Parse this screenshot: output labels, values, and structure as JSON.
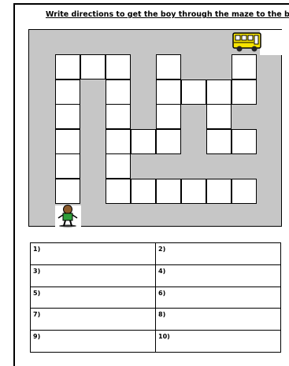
{
  "worksheet": {
    "title": "Write directions to get the boy through the maze to the bus."
  },
  "maze": {
    "icons": [
      "school-bus-icon",
      "boy-icon"
    ]
  },
  "answer_table": {
    "rows": [
      [
        "1)",
        "2)"
      ],
      [
        "3)",
        "4)"
      ],
      [
        "5)",
        "6)"
      ],
      [
        "7)",
        "8)"
      ],
      [
        "9)",
        "10)"
      ]
    ]
  },
  "colors": {
    "maze_wall": "#c6c6c6",
    "bus": "#f7e400",
    "boy_shirt": "#2f9e3a"
  }
}
